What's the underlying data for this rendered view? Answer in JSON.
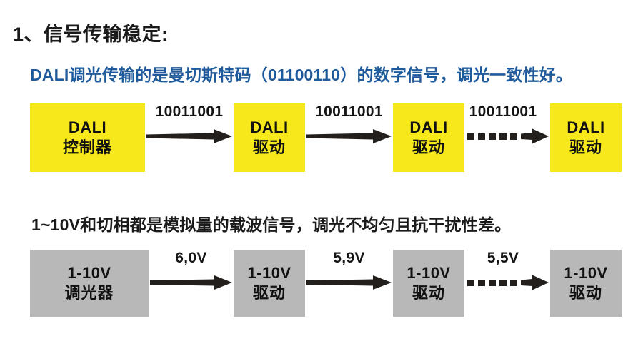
{
  "slide": {
    "heading": "1、信号传输稳定:",
    "caption_dali": "DALI调光传输的是曼切斯特码（01100110）的数字信号，调光一致性好。",
    "caption_analog": "1~10V和切相都是模拟量的载波信号，调光不均匀且抗干扰性差。",
    "colors": {
      "dali_node_fill": "#f7e81c",
      "analog_node_fill": "#b8b8b8",
      "caption_blue": "#1f5b9c",
      "text_black": "#1a1a1a",
      "arrow": "#231f1c",
      "background": "#ffffff"
    }
  },
  "dali_flow": {
    "nodes": [
      {
        "line_a": "DALI",
        "line_b": "控制器"
      },
      {
        "line_a": "DALI",
        "line_b": "驱动"
      },
      {
        "line_a": "DALI",
        "line_b": "驱动"
      },
      {
        "line_a": "DALI",
        "line_b": "驱动"
      }
    ],
    "edges": [
      {
        "label": "10011001",
        "style": "solid"
      },
      {
        "label": "10011001",
        "style": "solid"
      },
      {
        "label": "10011001",
        "style": "dashed"
      }
    ]
  },
  "analog_flow": {
    "nodes": [
      {
        "line_a": "1-10V",
        "line_b": "调光器"
      },
      {
        "line_a": "1-10V",
        "line_b": "驱动"
      },
      {
        "line_a": "1-10V",
        "line_b": "驱动"
      },
      {
        "line_a": "1-10V",
        "line_b": "驱动"
      }
    ],
    "edges": [
      {
        "label": "6,0V",
        "style": "solid"
      },
      {
        "label": "5,9V",
        "style": "solid"
      },
      {
        "label": "5,5V",
        "style": "dashed"
      }
    ]
  }
}
